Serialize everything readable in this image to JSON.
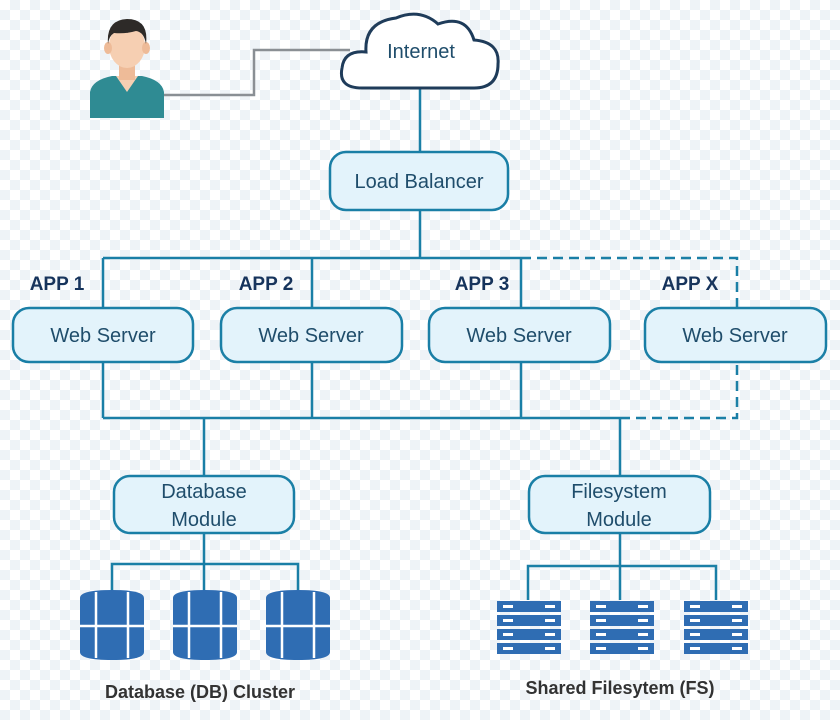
{
  "diagram": {
    "internet": "Internet",
    "load_balancer": "Load Balancer",
    "apps": [
      {
        "app": "APP 1",
        "server": "Web Server"
      },
      {
        "app": "APP 2",
        "server": "Web Server"
      },
      {
        "app": "APP 3",
        "server": "Web Server"
      },
      {
        "app": "APP X",
        "server": "Web Server"
      }
    ],
    "database_module": [
      "Database",
      "Module"
    ],
    "filesystem_module": [
      "Filesystem",
      "Module"
    ],
    "db_caption": "Database (DB) Cluster",
    "fs_caption": "Shared Filesytem (FS)"
  },
  "icons": {
    "user": "user-avatar-icon",
    "cloud": "cloud-icon",
    "database": "database-drum-icon",
    "storage": "server-rack-icon"
  },
  "colors": {
    "accent": "#1a7fa6",
    "box_fill": "#e3f3fb",
    "label_dark": "#17345c",
    "db_blue": "#2f6db3",
    "user_shirt": "#2f8b93",
    "user_skin": "#f6cfb2",
    "user_hair": "#2d2a28"
  }
}
